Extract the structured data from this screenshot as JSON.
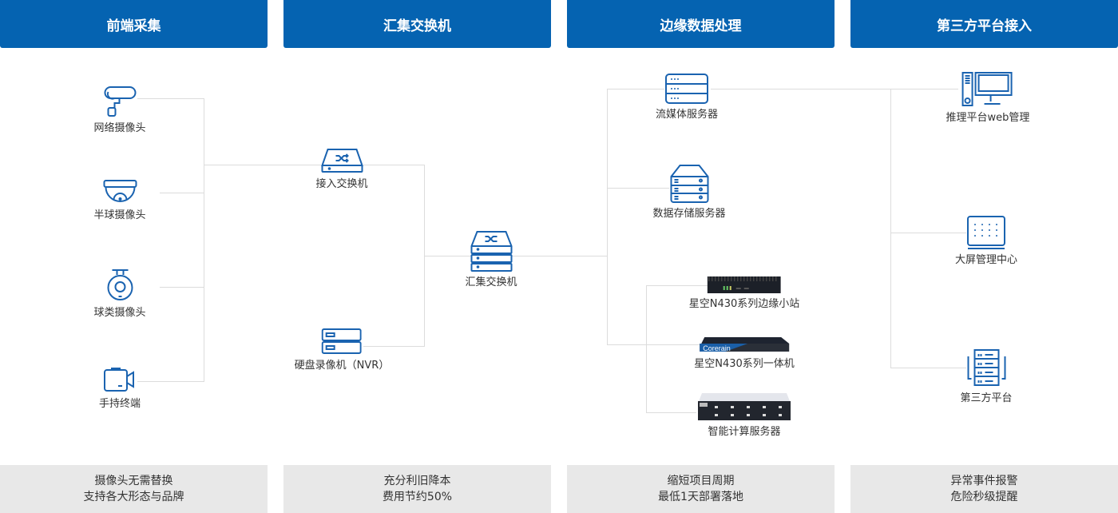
{
  "columns": [
    {
      "title": "前端采集",
      "footer": [
        "摄像头无需替换",
        "支持各大形态与品牌"
      ]
    },
    {
      "title": "汇集交换机",
      "footer": [
        "充分利旧降本",
        "费用节约50%"
      ]
    },
    {
      "title": "边缘数据处理",
      "footer": [
        "缩短项目周期",
        "最低1天部署落地"
      ]
    },
    {
      "title": "第三方平台接入",
      "footer": [
        "异常事件报警",
        "危险秒级提醒"
      ]
    }
  ],
  "nodes": {
    "network_camera": "网络摄像头",
    "dome_camera": "半球摄像头",
    "ball_camera": "球类摄像头",
    "handheld": "手持终端",
    "access_switch": "接入交换机",
    "nvr": "硬盘录像机（NVR）",
    "core_switch": "汇集交换机",
    "stream_server": "流媒体服务器",
    "storage_server": "数据存储服务器",
    "edge_station": "星空N430系列边缘小站",
    "all_in_one": "星空N430系列一体机",
    "compute_server": "智能计算服务器",
    "web_mgmt": "推理平台web管理",
    "big_screen": "大屏管理中心",
    "third_party": "第三方平台"
  },
  "brand_logo_text": "Corerain",
  "colors": {
    "header": "#0563b1",
    "icon": "#1a63b0",
    "line": "#dcdcdc",
    "footer": "#e8e8e8"
  }
}
